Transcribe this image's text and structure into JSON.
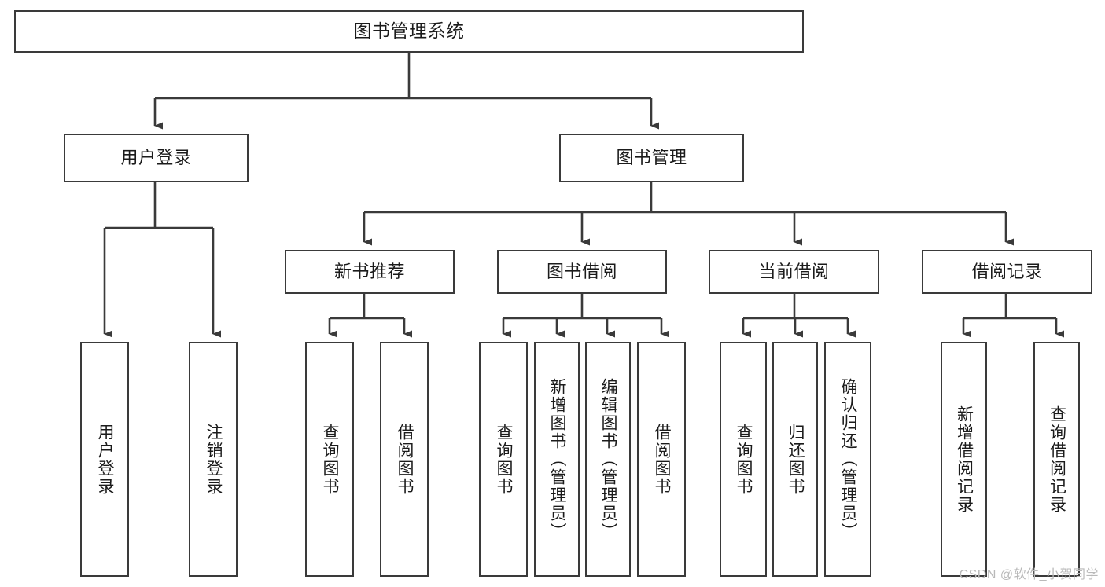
{
  "diagram": {
    "title": "图书管理系统",
    "type": "tree-hierarchy-chart",
    "line_color": "#3a3a3a",
    "box_fill": "#ffffff",
    "background": "#ffffff",
    "watermark": "CSDN @软件_小贺同学"
  },
  "nodes": {
    "root": {
      "label": "图书管理系统"
    },
    "level2": [
      {
        "label": "用户登录"
      },
      {
        "label": "图书管理"
      }
    ],
    "level3": [
      {
        "label": "新书推荐"
      },
      {
        "label": "图书借阅"
      },
      {
        "label": "当前借阅"
      },
      {
        "label": "借阅记录"
      }
    ],
    "leaves": {
      "user_login": [
        {
          "label": "用户登录"
        },
        {
          "label": "注销登录"
        }
      ],
      "new_book": [
        {
          "label": "查询图书"
        },
        {
          "label": "借阅图书"
        }
      ],
      "book_borrow": [
        {
          "label": "查询图书"
        },
        {
          "label": "新增图书（管理员）"
        },
        {
          "label": "编辑图书（管理员）"
        },
        {
          "label": "借阅图书"
        }
      ],
      "current_borrow": [
        {
          "label": "查询图书"
        },
        {
          "label": "归还图书"
        },
        {
          "label": "确认归还（管理员）"
        }
      ],
      "borrow_record": [
        {
          "label": "新增借阅记录"
        },
        {
          "label": "查询借阅记录"
        }
      ]
    }
  }
}
